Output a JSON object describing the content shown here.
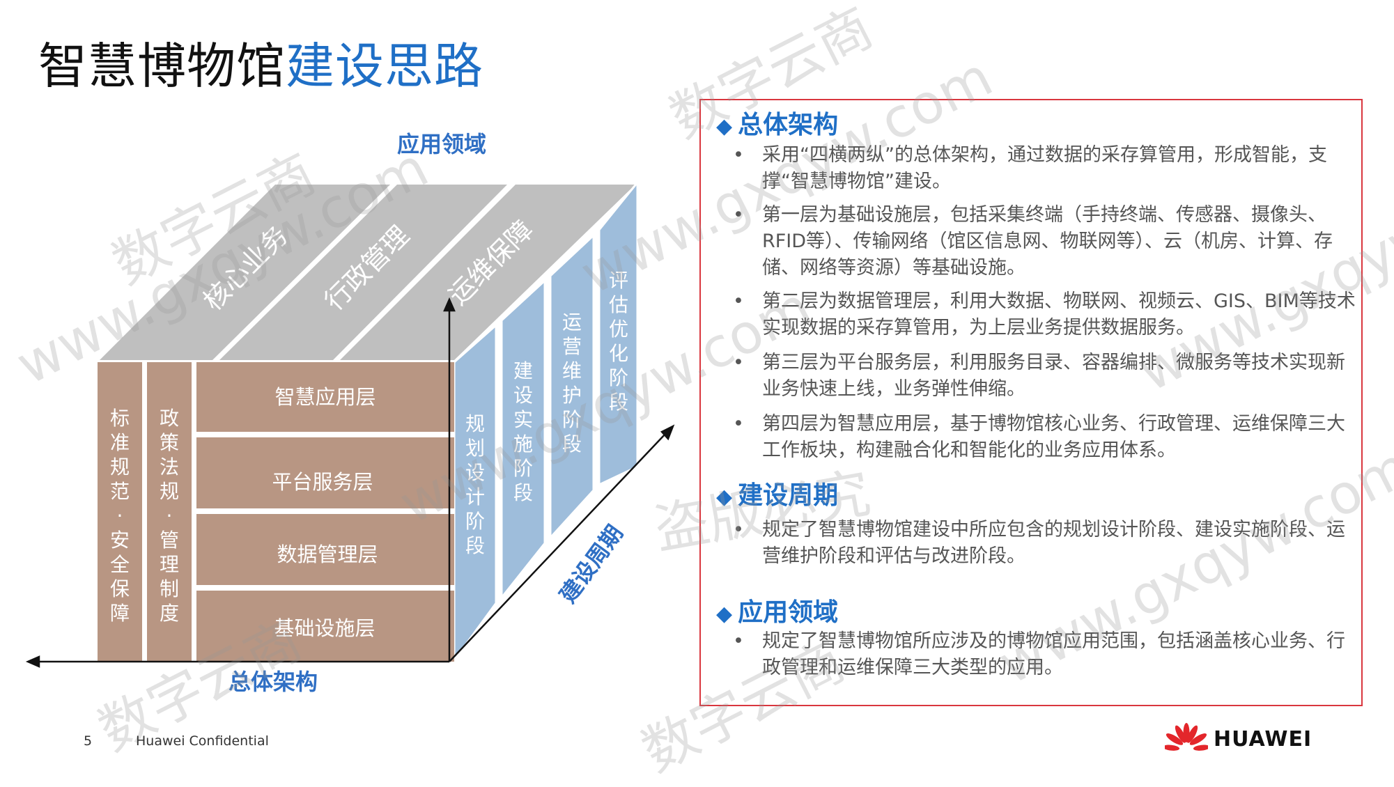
{
  "title": {
    "part1": "智慧博物馆",
    "part2": "建设思路"
  },
  "cube": {
    "axis_labels": {
      "top": "应用领域",
      "bottom": "总体架构",
      "side": "建设周期"
    },
    "top_faces": [
      "核心业务",
      "行政管理",
      "运维保障"
    ],
    "left_columns": [
      [
        "标",
        "准",
        "规",
        "范",
        "·",
        "安",
        "全",
        "保",
        "障"
      ],
      [
        "政",
        "策",
        "法",
        "规",
        "·",
        "管",
        "理",
        "制",
        "度"
      ]
    ],
    "layers": [
      "智慧应用层",
      "平台服务层",
      "数据管理层",
      "基础设施层"
    ],
    "phases": [
      [
        "规",
        "划",
        "设",
        "计",
        "阶",
        "段"
      ],
      [
        "建",
        "设",
        "实",
        "施",
        "阶",
        "段"
      ],
      [
        "运",
        "营",
        "维",
        "护",
        "阶",
        "段"
      ],
      [
        "评",
        "估",
        "优",
        "化",
        "阶",
        "段"
      ]
    ],
    "colors": {
      "brown": "#b89683",
      "grey": "#bfbfbf",
      "blue": "#9ebddb",
      "axis_blue": "#2f6fc4"
    }
  },
  "info": {
    "sections": [
      {
        "heading": "总体架构",
        "bullets": [
          "采用“四横两纵”的总体架构，通过数据的采存算管用，形成智能，支撑“智慧博物馆”建设。",
          "第一层为基础设施层，包括采集终端（手持终端、传感器、摄像头、RFID等）、传输网络（馆区信息网、物联网等）、云（机房、计算、存储、网络等资源）等基础设施。",
          "第二层为数据管理层，利用大数据、物联网、视频云、GIS、BIM等技术实现数据的采存算管用，为上层业务提供数据服务。",
          "第三层为平台服务层，利用服务目录、容器编排、微服务等技术实现新业务快速上线，业务弹性伸缩。",
          "第四层为智慧应用层，基于博物馆核心业务、行政管理、运维保障三大工作板块，构建融合化和智能化的业务应用体系。"
        ]
      },
      {
        "heading": "建设周期",
        "bullets": [
          "规定了智慧博物馆建设中所应包含的规划设计阶段、建设实施阶段、运营维护阶段和评估与改进阶段。"
        ]
      },
      {
        "heading": "应用领域",
        "bullets": [
          "规定了智慧博物馆所应涉及的博物馆应用范围，包括涵盖核心业务、行政管理和运维保障三大类型的应用。"
        ]
      }
    ],
    "bullet_glyph": "•",
    "diamond_glyph": "◆"
  },
  "footer": {
    "page": "5",
    "confidential": "Huawei Confidential",
    "brand": "HUAWEI"
  },
  "watermarks": [
    "数字云商",
    "www.gxqyw.com",
    "盗版必究"
  ]
}
